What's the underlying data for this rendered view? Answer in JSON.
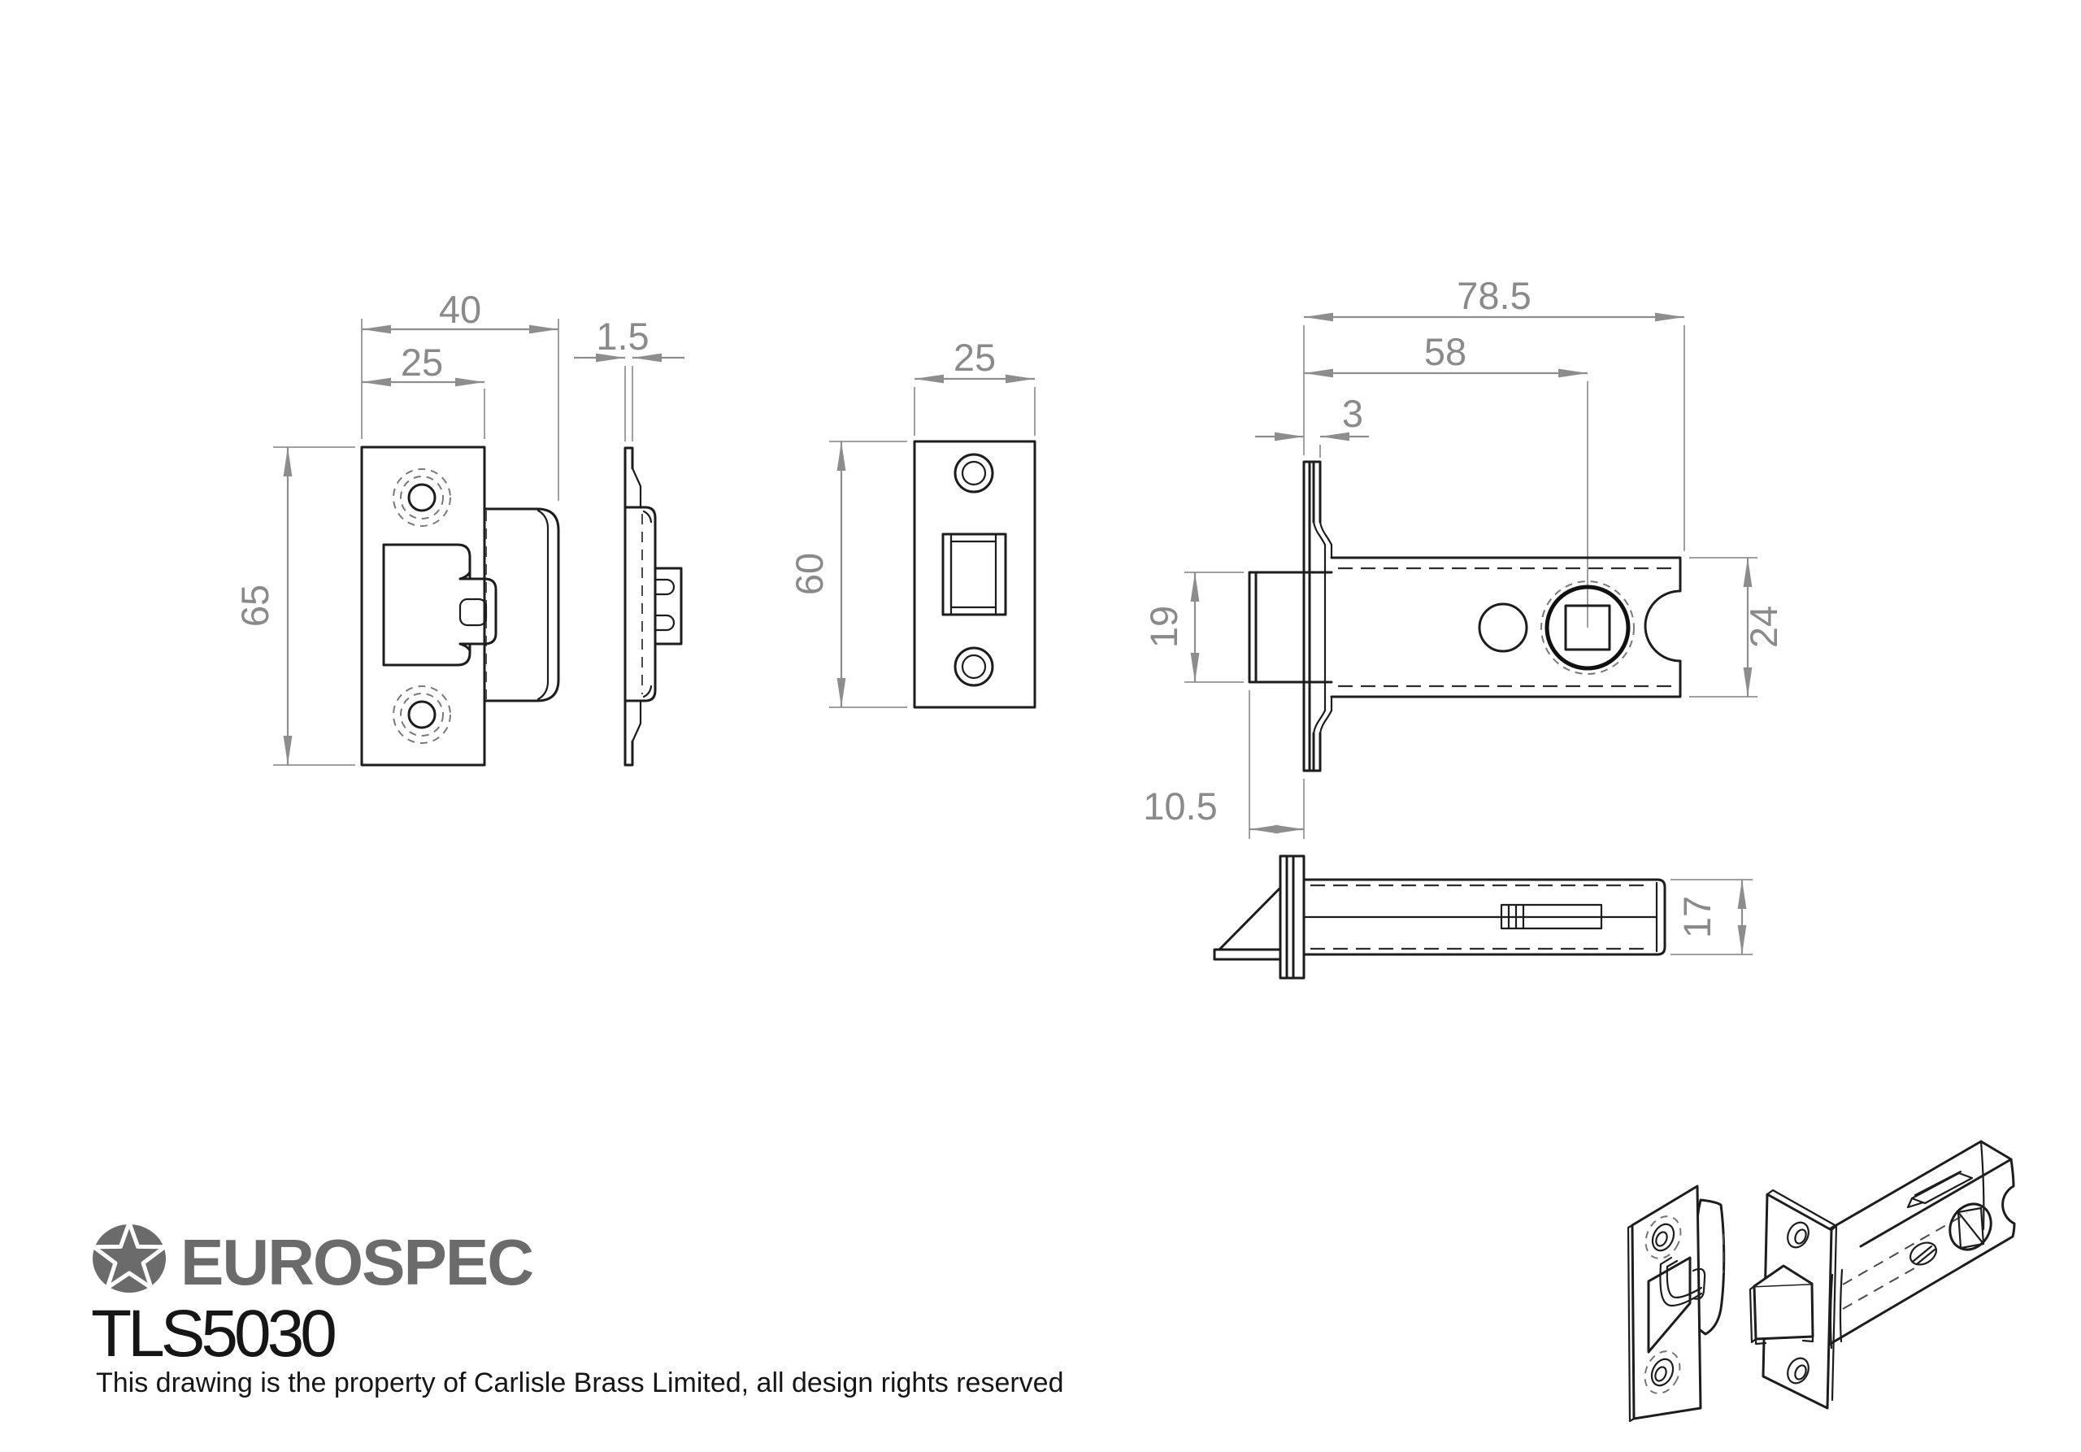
{
  "meta": {
    "brand": "EUROSPEC",
    "product_code": "TLS5030",
    "copyright": "This drawing is the property of Carlisle Brass Limited, all design rights reserved"
  },
  "colors": {
    "line": "#1d1d1d",
    "dimension": "#8a8a8a",
    "brand_gray": "#6b6b6b",
    "background": "#ffffff"
  },
  "views": {
    "strike_front": {
      "dim_overall_width": "40",
      "dim_plate_width": "25",
      "dim_height": "65"
    },
    "strike_side": {
      "dim_thickness": "1.5"
    },
    "faceplate_front": {
      "dim_width": "25",
      "dim_height": "60"
    },
    "latch_side": {
      "dim_overall_length": "78.5",
      "dim_backset": "58",
      "dim_faceplate_thickness": "3",
      "dim_bolt_height": "19",
      "dim_case_height": "24",
      "dim_bolt_projection": "10.5"
    },
    "latch_bottom": {
      "dim_case_depth": "17"
    }
  }
}
